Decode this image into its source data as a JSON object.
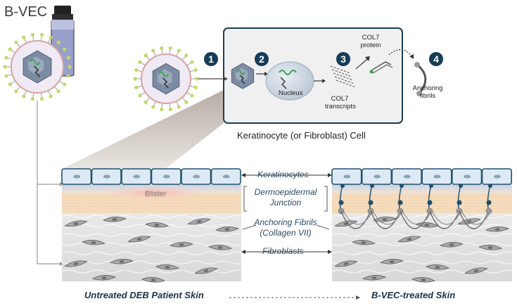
{
  "product": {
    "name": "B-VEC"
  },
  "process": {
    "steps": [
      "1",
      "2",
      "3",
      "4"
    ],
    "nucleus_label": "Nucleus",
    "transcripts_label": [
      "COL7",
      "transcripts"
    ],
    "protein_label": [
      "COL7",
      "protein"
    ],
    "fibrils_label": [
      "Anchoring",
      "fibrils"
    ],
    "cell_caption": "Keratinocyte (or Fibroblast) Cell"
  },
  "skin": {
    "blister_label": "Blister",
    "layers": {
      "keratinocytes": "Keratinocytes",
      "dej": [
        "Dermoepidermal",
        "Junction"
      ],
      "fibrils": [
        "Anchoring Fibrils",
        "(Collagen VII)"
      ],
      "fibroblasts": "Fibroblasts"
    },
    "untreated_label": "Untreated DEB Patient Skin",
    "treated_label": "B-VEC-treated Skin"
  },
  "colors": {
    "step_circle": "#163d57",
    "capsid": "#7c8ca3",
    "spikes": "#c2d86a",
    "dej_orange": "#f4d9b6",
    "blister_pink": "#f6c9c0"
  }
}
